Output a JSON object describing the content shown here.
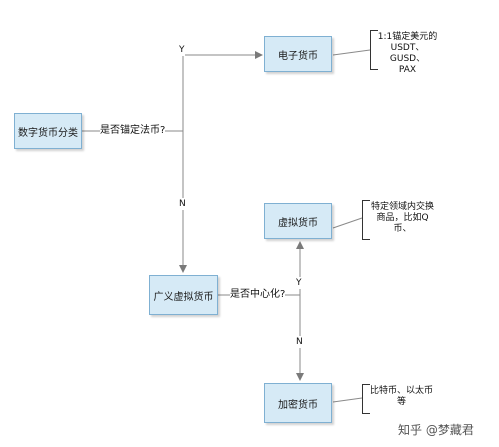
{
  "nodes": {
    "classification": "数字货币分类",
    "electronic": "电子货币",
    "virtual": "虚拟货币",
    "broad_virtual": "广义虚拟货币",
    "crypto": "加密货币"
  },
  "edges": {
    "q_fiat": "是否锚定法币?",
    "q_central": "是否中心化?",
    "y1": "Y",
    "n1": "N",
    "y2": "Y",
    "n2": "N"
  },
  "notes": {
    "electronic": [
      "1:1锚定美元的",
      "USDT、GUSD、",
      "PAX"
    ],
    "virtual": [
      "特定领域内交换",
      "商品，比如Q",
      "币、"
    ],
    "crypto": [
      "比特币、以太币",
      "等"
    ]
  },
  "watermark": "知乎 @梦藏君"
}
